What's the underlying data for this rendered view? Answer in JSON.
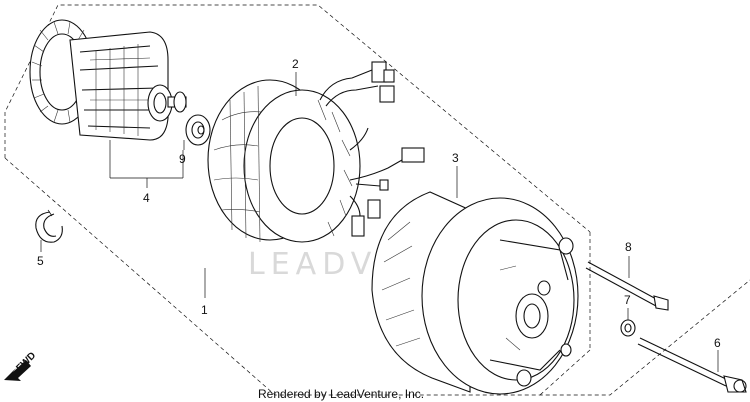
{
  "diagram": {
    "watermark": "LEADVENTURE",
    "credit": "Rendered by LeadVenture, Inc.",
    "fwd_label": "FWD",
    "callouts": {
      "c1": "1",
      "c2": "2",
      "c3": "3",
      "c4": "4",
      "c5": "5",
      "c6": "6",
      "c7": "7",
      "c8": "8",
      "c9": "9"
    }
  }
}
